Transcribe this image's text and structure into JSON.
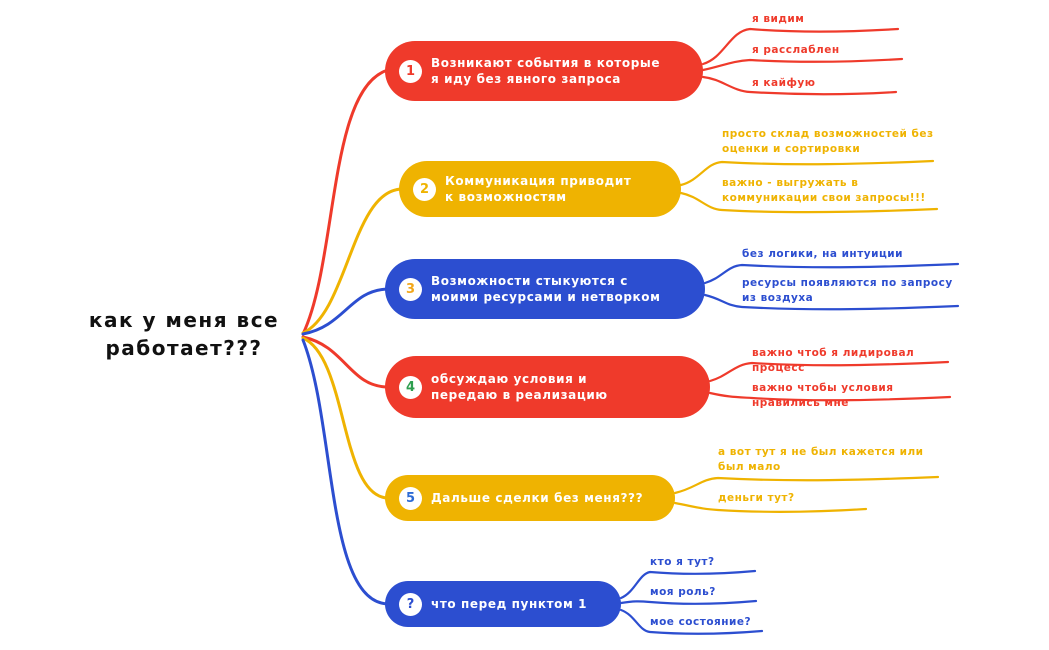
{
  "colors": {
    "red": "#EF3A2B",
    "yellow": "#EFB301",
    "blue": "#2C4ED0",
    "text_black": "#111111",
    "background": "#FFFFFF"
  },
  "center": {
    "line1": "как у меня все",
    "line2": "работает???"
  },
  "branches": [
    {
      "badge": "1",
      "badge_color": "#EF3A2B",
      "color": "red",
      "title": "Возникают события в которые я иду без явного запроса",
      "children": [
        {
          "text": "я видим"
        },
        {
          "text": "я расслаблен"
        },
        {
          "text": "я кайфую"
        }
      ]
    },
    {
      "badge": "2",
      "badge_color": "#EFB301",
      "color": "yellow",
      "title": "Коммуникация приводит к возможностям",
      "children": [
        {
          "text": "просто  склад возможностей без оценки и сортировки"
        },
        {
          "text": "важно - выгружать в коммуникации свои запросы!!!"
        }
      ]
    },
    {
      "badge": "3",
      "badge_color": "#F2A71B",
      "color": "blue",
      "title": "Возможности стыкуются с моими ресурсами и нетворком",
      "children": [
        {
          "text": "без логики, на интуиции"
        },
        {
          "text": "ресурсы появляются по запросу из воздуха"
        }
      ]
    },
    {
      "badge": "4",
      "badge_color": "#2E9E4F",
      "color": "red",
      "title": "обсуждаю условия и передаю в реализацию",
      "children": [
        {
          "text": "важно чтоб я лидировал процесс"
        },
        {
          "text": "важно чтобы условия нравились мне"
        }
      ]
    },
    {
      "badge": "5",
      "badge_color": "#2C6BD6",
      "color": "yellow",
      "title": "Дальше сделки без меня???",
      "children": [
        {
          "text": "а вот тут я не был кажется или был мало"
        },
        {
          "text": "деньги тут?"
        }
      ]
    },
    {
      "badge": "?",
      "badge_color": "#2C4ED0",
      "color": "blue",
      "title": "что перед пунктом 1",
      "children": [
        {
          "text": "кто я тут?"
        },
        {
          "text": "моя роль?"
        },
        {
          "text": "мое состояние?"
        }
      ]
    }
  ]
}
